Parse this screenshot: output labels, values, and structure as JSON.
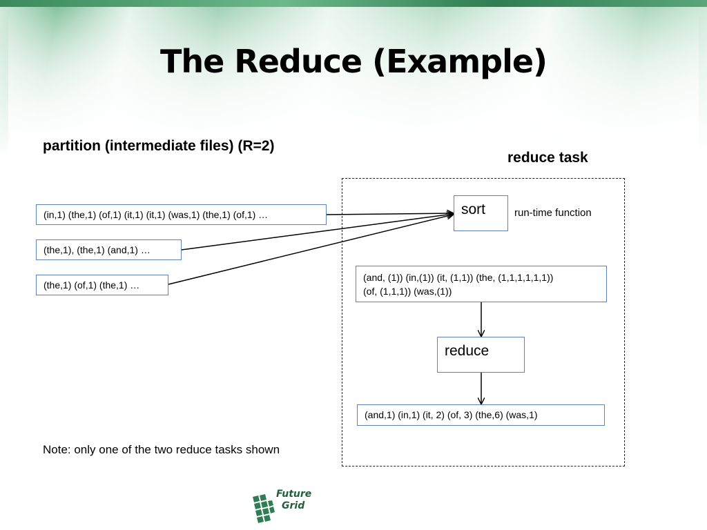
{
  "slide": {
    "title": "The Reduce (Example)",
    "partition_label": "partition (intermediate files) (R=2)",
    "reduce_task_label": "reduce task",
    "note": "Note: only one of the two reduce tasks shown"
  },
  "partitions": [
    "(in,1) (the,1) (of,1) (it,1) (it,1) (was,1) (the,1) (of,1) …",
    "(the,1), (the,1) (and,1) …",
    "(the,1) (of,1) (the,1) …"
  ],
  "reduce_task": {
    "sort_label": "sort",
    "runtime_label": "run-time function",
    "sorted_line1": "(and, (1)) (in,(1)) (it, (1,1)) (the, (1,1,1,1,1,1))",
    "sorted_line2": "(of, (1,1,1)) (was,(1))",
    "reduce_label": "reduce",
    "output": "(and,1) (in,1) (it, 2) (of, 3) (the,6) (was,1)"
  },
  "logo": {
    "line1": "Future",
    "line2": "Grid"
  },
  "colors": {
    "box_border": "#5b83b8",
    "banner_green": "#7fbf98"
  }
}
